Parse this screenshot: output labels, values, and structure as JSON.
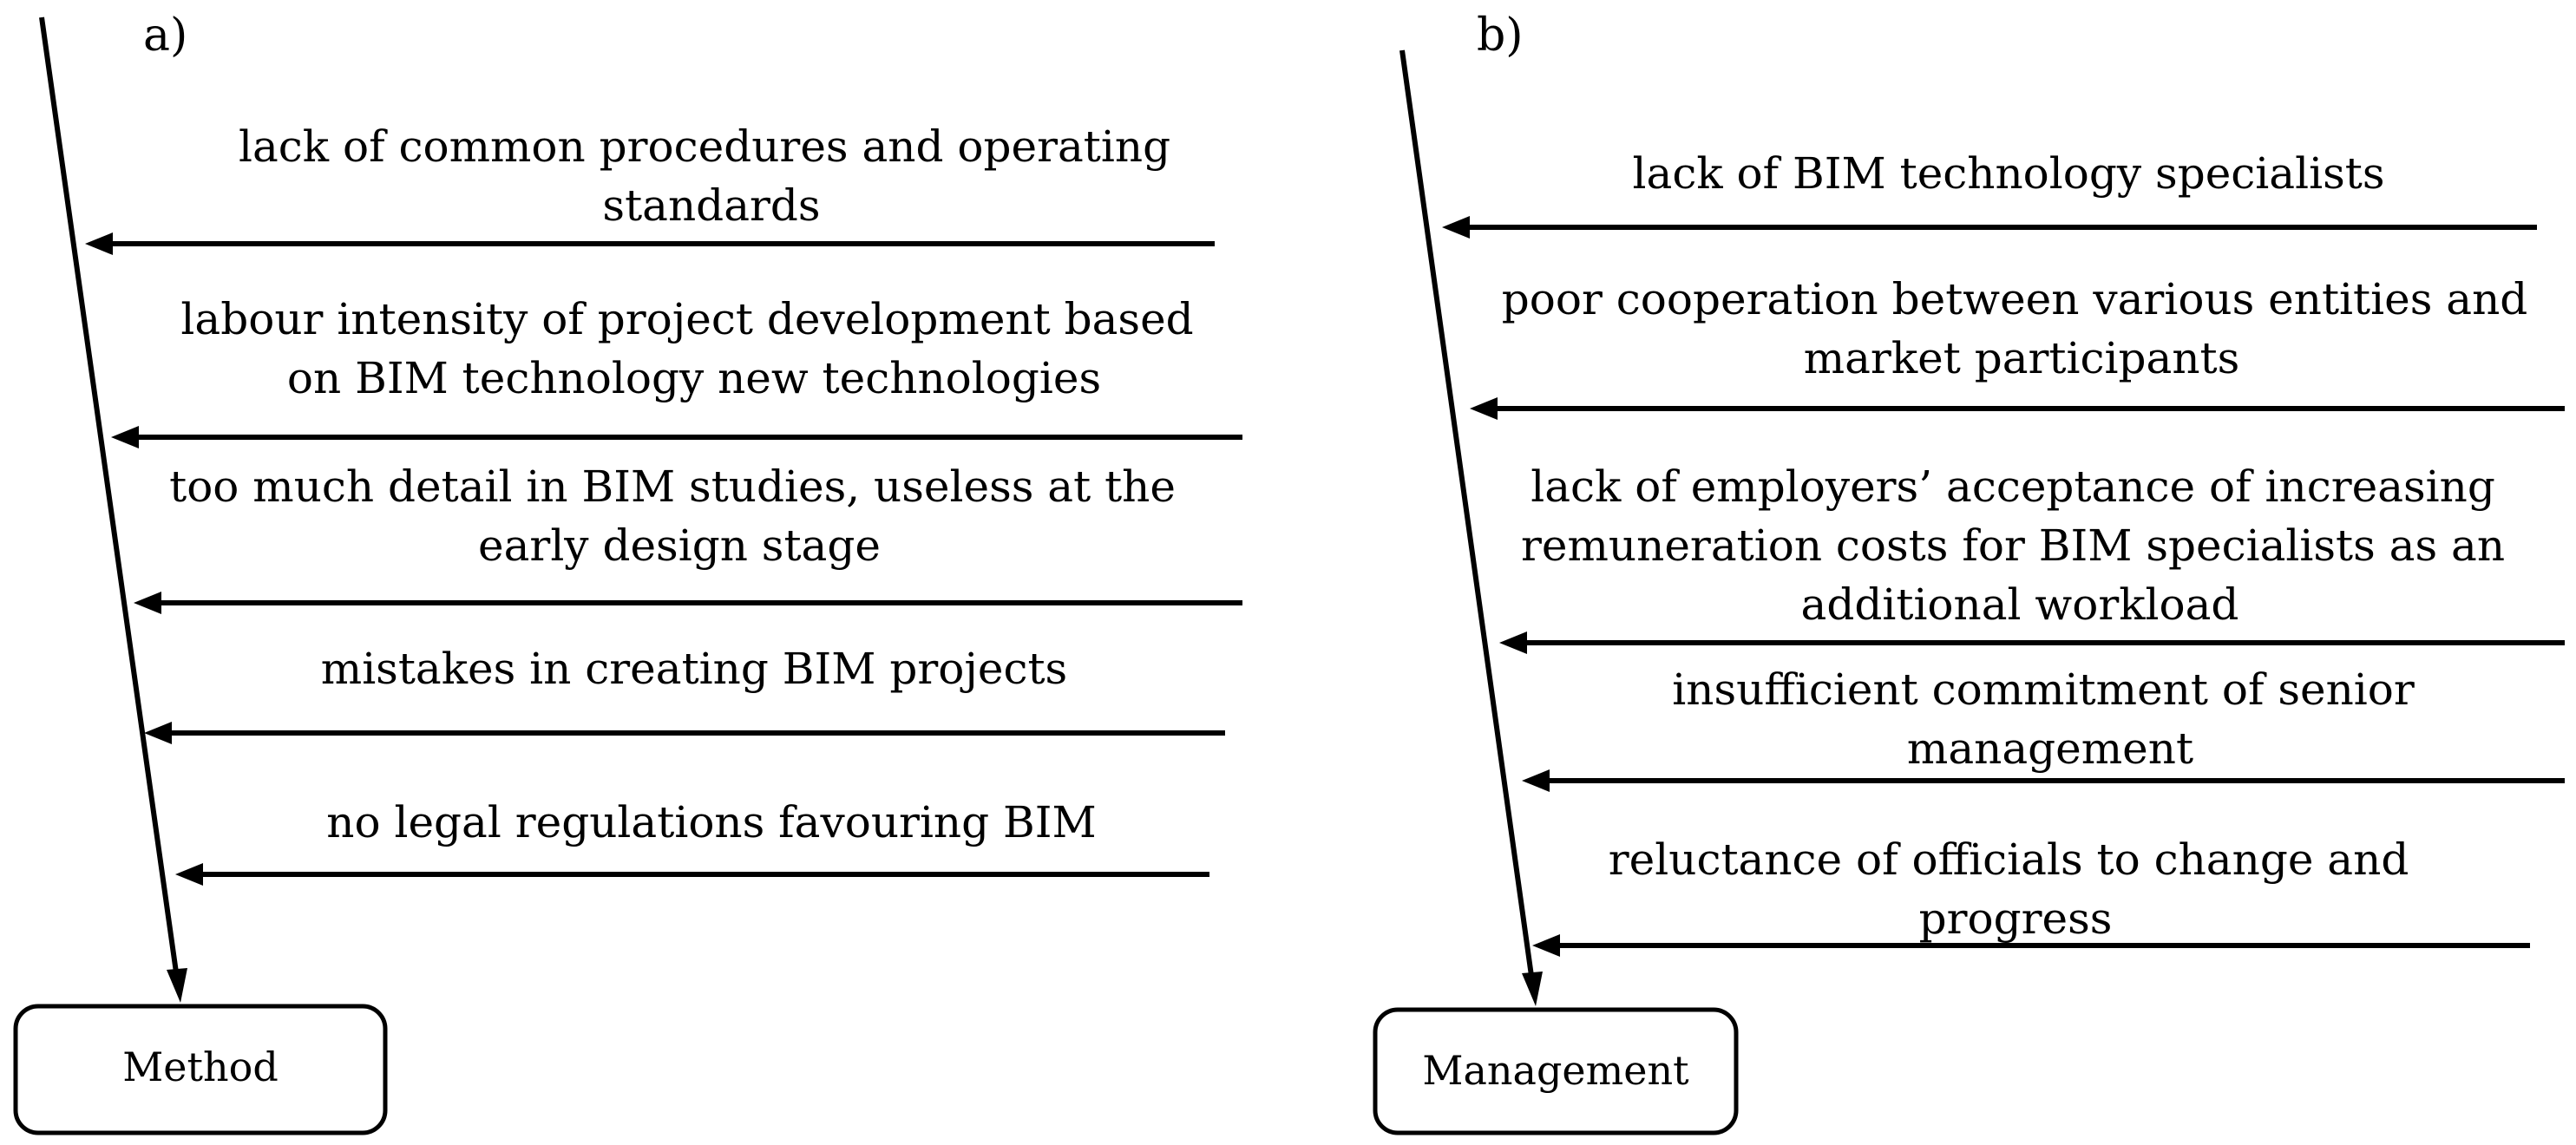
{
  "panels": [
    {
      "label": "a)",
      "box": "Method",
      "causes": [
        [
          "lack of common procedures and operating",
          "standards"
        ],
        [
          "labour intensity of project development based",
          "on BIM technology new technologies"
        ],
        [
          "too much detail in BIM studies, useless at the",
          "early design stage"
        ],
        [
          "mistakes in creating BIM projects"
        ],
        [
          "no legal regulations favouring BIM"
        ]
      ]
    },
    {
      "label": "b)",
      "box": "Management",
      "causes": [
        [
          "lack of BIM technology specialists"
        ],
        [
          "poor cooperation between various entities and",
          "market participants"
        ],
        [
          "lack of employers’ acceptance of increasing",
          "remuneration costs for BIM specialists as an",
          "additional workload"
        ],
        [
          "insufficient commitment of senior",
          "management"
        ],
        [
          "reluctance of officials to change and",
          "progress"
        ]
      ]
    }
  ]
}
